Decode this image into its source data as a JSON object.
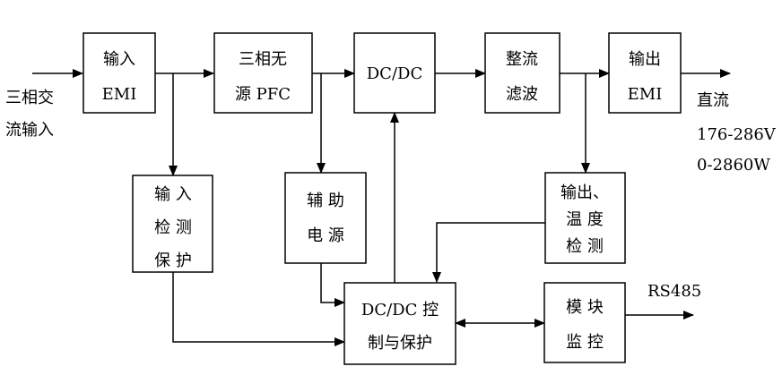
{
  "input": {
    "line1": "三相交",
    "line2": "流输入"
  },
  "blocks": {
    "input_emi": {
      "line1": "输入",
      "line2": "EMI"
    },
    "pfc": {
      "line1": "三相无",
      "line2": "源 PFC"
    },
    "dcdc": {
      "line1": "DC/DC"
    },
    "rectifier": {
      "line1": "整流",
      "line2": "滤波"
    },
    "output_emi": {
      "line1": "输出",
      "line2": "EMI"
    },
    "input_protect": {
      "line1": "输 入",
      "line2": "检 测",
      "line3": "保 护"
    },
    "aux_power": {
      "line1": "辅 助",
      "line2": "电 源"
    },
    "output_detect": {
      "line1": "输出、",
      "line2": "温 度",
      "line3": "检 测"
    },
    "control": {
      "line1": "DC/DC 控",
      "line2": "制与保护"
    },
    "monitor": {
      "line1": "模 块",
      "line2": "监 控"
    }
  },
  "output": {
    "line1": "直流",
    "line2": "176-286V",
    "line3": "0-2860W"
  },
  "comm": {
    "label": "RS485"
  }
}
